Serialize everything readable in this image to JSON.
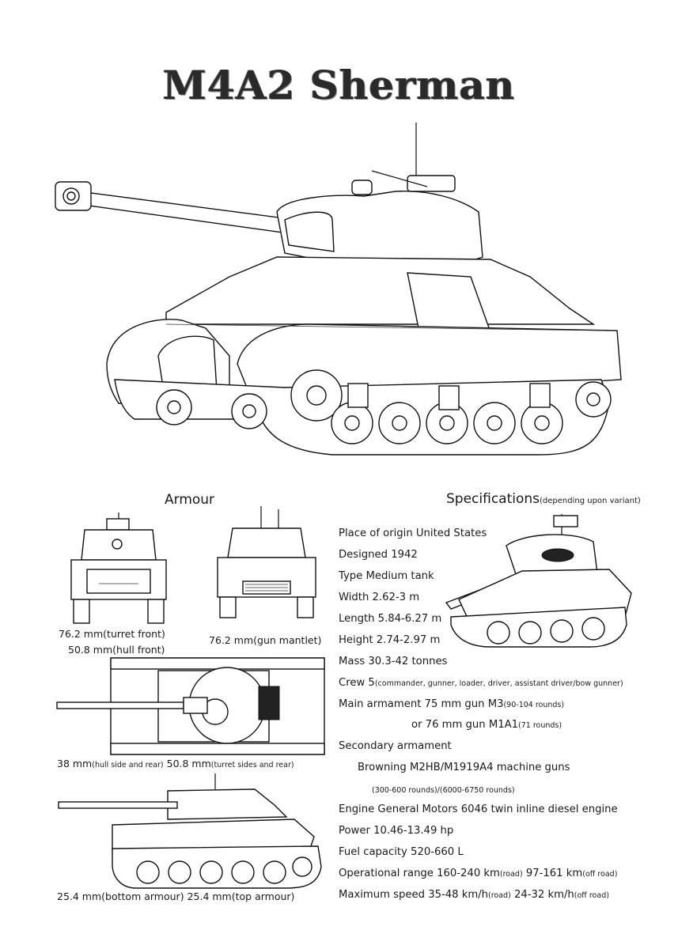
{
  "title": "M4A2 Sherman",
  "armour": {
    "heading": "Armour",
    "captions": {
      "front_line1_value": "76.2 mm",
      "front_line1_note": "(turret front)",
      "front_line2_value": "50.8 mm",
      "front_line2_note": "(hull front)",
      "mantlet_value": "76.2 mm",
      "mantlet_note": "(gun mantlet)",
      "top_line_value1": "38 mm",
      "top_line_note1": "(hull side and rear)",
      "top_line_value2": "50.8 mm",
      "top_line_note2": "(turret sides and rear)",
      "side_line_value1": "25.4 mm",
      "side_line_note1": "(bottom armour)",
      "side_line_value2": "25.4 mm",
      "side_line_note2": "(top armour)"
    }
  },
  "specifications": {
    "heading": "Specifications",
    "heading_note": "(depending upon variant)",
    "rows": [
      {
        "text": "Place of origin United States",
        "note": ""
      },
      {
        "text": "Designed 1942",
        "note": ""
      },
      {
        "text": "Type Medium tank",
        "note": ""
      },
      {
        "text": "Width 2.62-3 m",
        "note": ""
      },
      {
        "text": "Length 5.84-6.27 m",
        "note": ""
      },
      {
        "text": "Height 2.74-2.97 m",
        "note": ""
      },
      {
        "text": "Mass 30.3-42 tonnes",
        "note": ""
      },
      {
        "text": "Crew 5",
        "note": "(commander, gunner, loader, driver, assistant driver/bow gunner)"
      },
      {
        "text": "Main armament 75 mm gun M3",
        "note": "(90-104 rounds)"
      },
      {
        "text": "or 76 mm gun M1A1",
        "note": "(71 rounds)"
      },
      {
        "text": "Secondary armament",
        "note": ""
      },
      {
        "text": "Browning M2HB/M1919A4 machine guns",
        "note": ""
      },
      {
        "text": "",
        "note": "(300-600 rounds)/(6000-6750 rounds)"
      },
      {
        "text": "Engine General Motors 6046 twin inline diesel engine",
        "note": ""
      },
      {
        "text": "Power 10.46-13.49 hp",
        "note": ""
      },
      {
        "text": "Fuel capacity 520-660 L",
        "note": ""
      },
      {
        "text": "Operational range 160-240 km",
        "note": "(road)",
        "text2": " 97-161 km",
        "note2": "(off road)"
      },
      {
        "text": "Maximum speed 35-48 km/h",
        "note": "(road)",
        "text2": " 24-32 km/h",
        "note2": "(off road)"
      }
    ]
  }
}
